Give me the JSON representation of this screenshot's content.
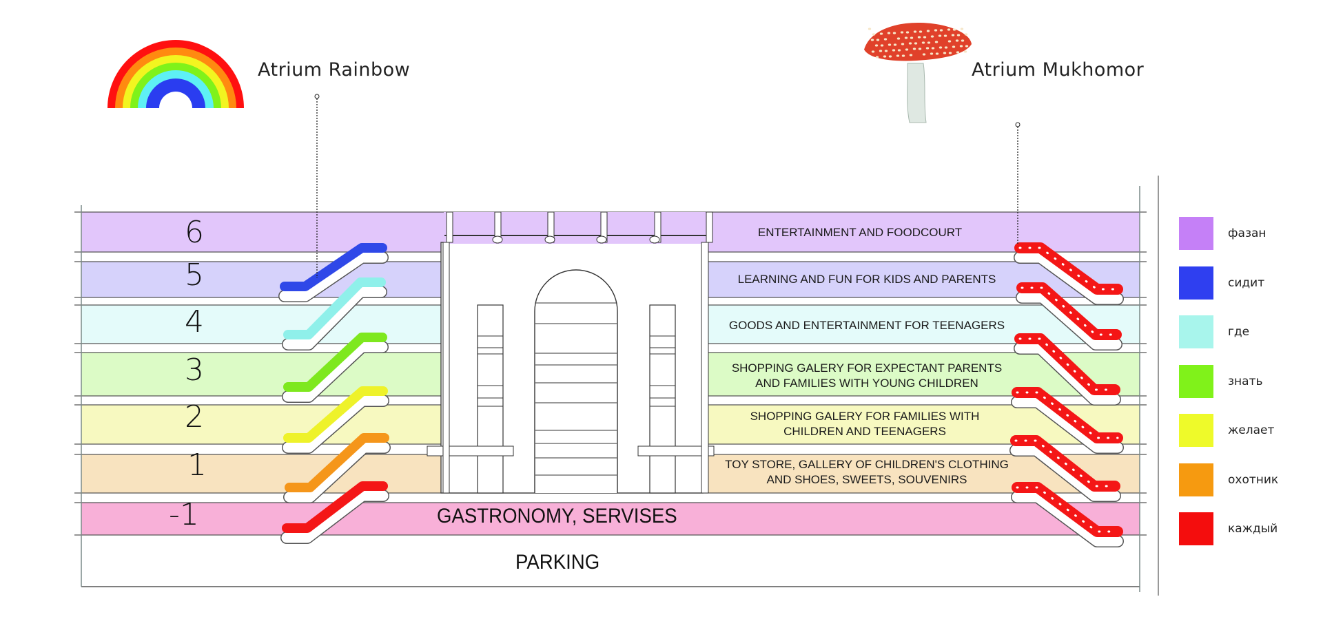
{
  "atriums": {
    "left": {
      "title": "Atrium Rainbow"
    },
    "right": {
      "title": "Atrium Mukhomor"
    }
  },
  "colors": {
    "rainbow": [
      "#ff1010",
      "#ff8a10",
      "#f2f520",
      "#7ff21a",
      "#5ef0f5",
      "#2a3df0",
      "#ffffff"
    ],
    "mushroom_cap": "#e0412a",
    "mushroom_stem": "#dfe8e2"
  },
  "floors": [
    {
      "number": "6",
      "label_lines": [
        "ENTERTAINMENT AND FOODCOURT"
      ],
      "fill": "#e2c6fb",
      "escalator": "#2f48e8"
    },
    {
      "number": "5",
      "label_lines": [
        "LEARNING AND FUN FOR KIDS AND PARENTS"
      ],
      "fill": "#d6d2fb",
      "escalator": "#2f48e8"
    },
    {
      "number": "4",
      "label_lines": [
        "GOODS AND ENTERTAINMENT FOR TEENAGERS"
      ],
      "fill": "#e4fbfa",
      "escalator": "#8ff0ea"
    },
    {
      "number": "3",
      "label_lines": [
        "SHOPPING GALERY FOR EXPECTANT PARENTS",
        "AND FAMILIES WITH YOUNG CHILDREN"
      ],
      "fill": "#dcfbc6",
      "escalator": "#7ee81e"
    },
    {
      "number": "2",
      "label_lines": [
        "SHOPPING GALERY FOR FAMILIES WITH",
        "CHILDREN AND TEENAGERS"
      ],
      "fill": "#f7f9c0",
      "escalator": "#eef22a"
    },
    {
      "number": "1",
      "label_lines": [
        "TOY STORE, GALLERY OF CHILDREN'S CLOTHING",
        "AND SHOES, SWEETS, SOUVENIRS"
      ],
      "fill": "#f8e3bf",
      "escalator": "#f5961a"
    },
    {
      "number": "-1",
      "label_lines": [
        "GASTRONOMY, SERVISES"
      ],
      "fill": "#f8b0d8",
      "escalator": "#f41616"
    }
  ],
  "parking": {
    "label": "PARKING"
  },
  "legend": [
    {
      "label": "фазан",
      "color": "#c580f7"
    },
    {
      "label": "сидит",
      "color": "#2f3ff0"
    },
    {
      "label": "где",
      "color": "#a8f5ec"
    },
    {
      "label": "знать",
      "color": "#80f21a"
    },
    {
      "label": "желает",
      "color": "#eefa2a"
    },
    {
      "label": "охотник",
      "color": "#f69a10"
    },
    {
      "label": "каждый",
      "color": "#f40d0d"
    }
  ]
}
